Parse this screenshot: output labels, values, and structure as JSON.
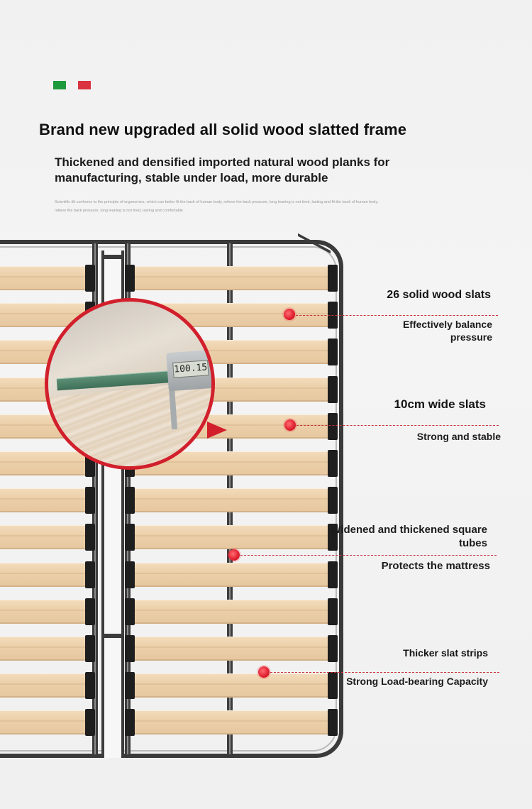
{
  "header": {
    "title": "Brand new upgraded all solid wood slatted frame",
    "subtitle": "Thickened and densified imported natural wood planks for manufacturing, stable under load, more durable",
    "fine_print": "Scientific tilt conforms to the principle of ergonomics, which can better fit the back of human body, relieve the back pressure, long leaning is not tired, lasting and fit the back of human body, relieve the back pressure, long leaning is not tired, lasting and comfortable"
  },
  "flags": {
    "green": "#1d9a3c",
    "red": "#d9343f"
  },
  "measurement": {
    "caliper_reading": "100.15"
  },
  "callouts": [
    {
      "heading": "26 solid wood slats",
      "detail": "Effectively balance pressure"
    },
    {
      "heading": "10cm wide slats",
      "detail": "Strong and stable"
    },
    {
      "heading": "Widened and thickened square tubes",
      "detail": "Protects the mattress"
    },
    {
      "heading": "Thicker slat strips",
      "detail": "Strong Load-bearing Capacity"
    }
  ],
  "colors": {
    "accent_red": "#d21f2c",
    "frame_metal": "#3a3a3a",
    "wood": "#ecd0aa"
  }
}
